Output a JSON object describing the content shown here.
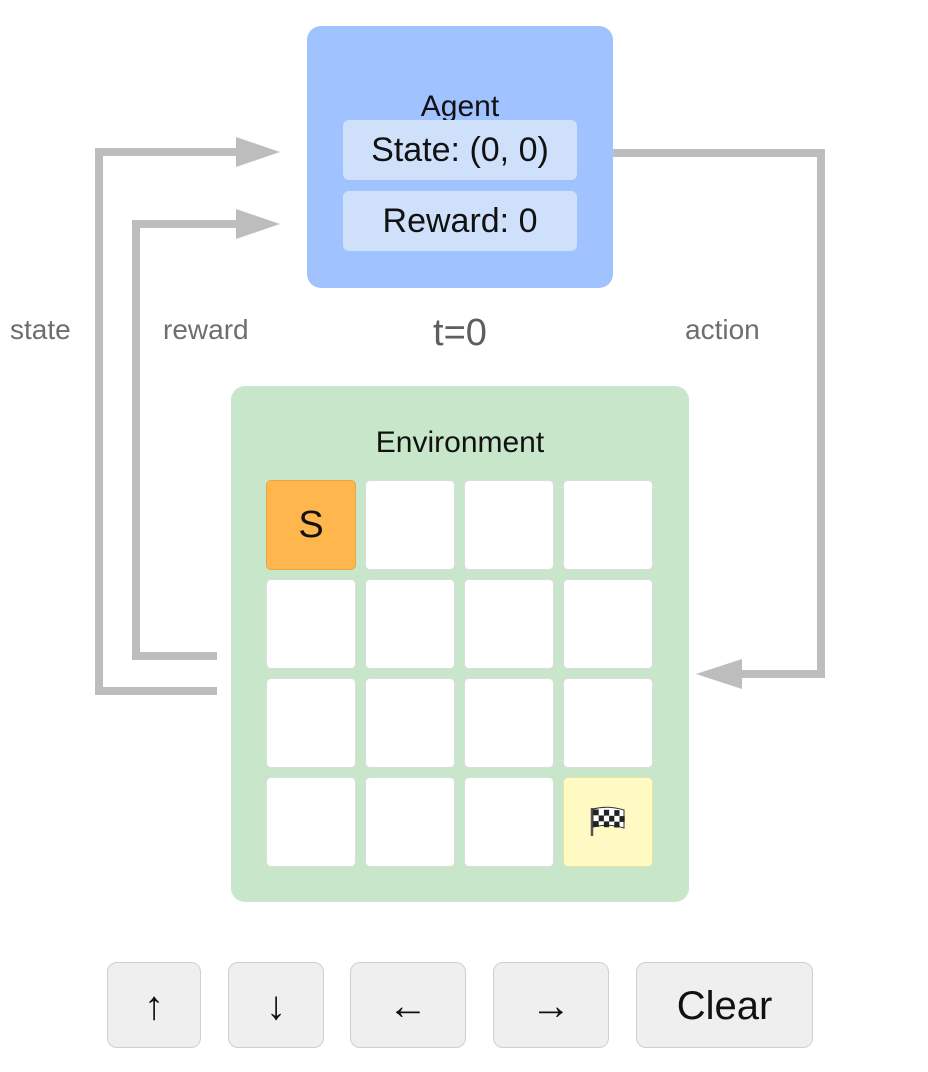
{
  "agent": {
    "title": "Agent",
    "state_text": "State: (0, 0)",
    "reward_text": "Reward: 0"
  },
  "labels": {
    "state": "state",
    "reward": "reward",
    "action": "action",
    "timestep": "t=0"
  },
  "environment": {
    "title": "Environment",
    "rows": 4,
    "cols": 4,
    "start_label": "S",
    "start_cell": [
      0,
      0
    ],
    "goal_cell": [
      3,
      3
    ],
    "goal_icon": "checkered-flag-icon"
  },
  "controls": {
    "up": "↑",
    "down": "↓",
    "left": "←",
    "right": "→",
    "clear": "Clear"
  },
  "colors": {
    "agent": "#a0c2ff",
    "agent_field": "#cfe0fb",
    "environment": "#c8e6c9",
    "start_cell": "#ffb74d",
    "goal_cell": "#fff9c4",
    "arrow": "#bdbdbd"
  }
}
